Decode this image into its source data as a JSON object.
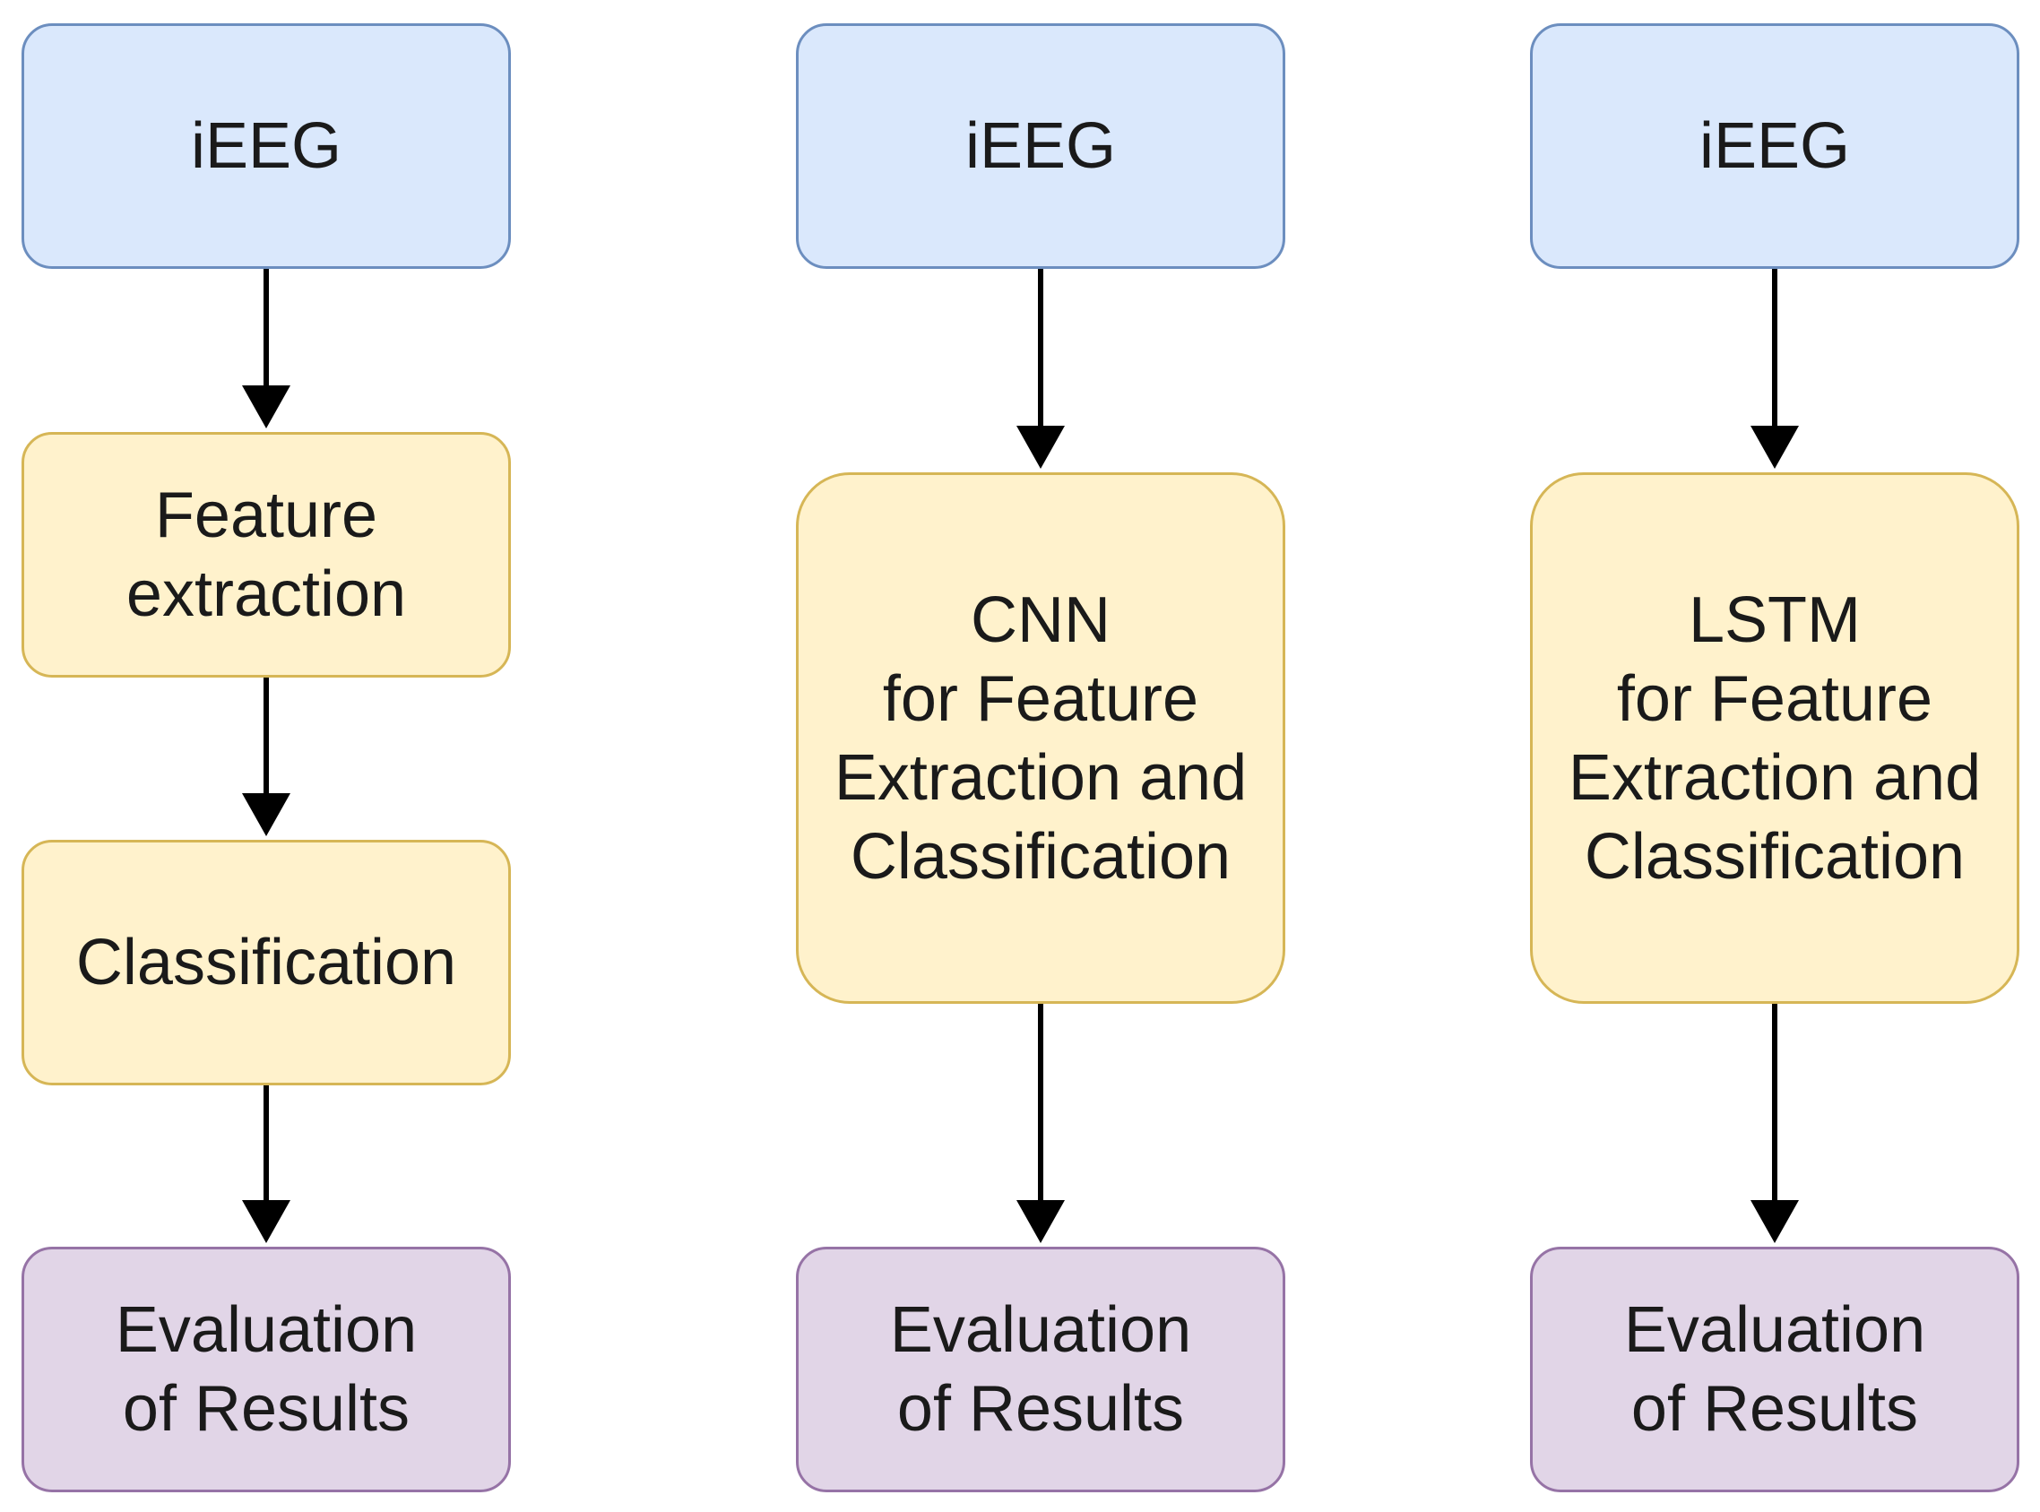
{
  "columns": [
    {
      "input": "iEEG",
      "steps": [
        [
          "Feature",
          "extraction"
        ],
        [
          "Classification"
        ]
      ],
      "evaluation": [
        "Evaluation",
        "of Results"
      ]
    },
    {
      "input": "iEEG",
      "model": [
        "CNN",
        "for Feature",
        "Extraction and",
        "Classification"
      ],
      "evaluation": [
        "Evaluation",
        "of Results"
      ]
    },
    {
      "input": "iEEG",
      "model": [
        "LSTM",
        "for Feature",
        "Extraction and",
        "Classification"
      ],
      "evaluation": [
        "Evaluation",
        "of Results"
      ]
    }
  ],
  "colors": {
    "input_fill": "#dae8fc",
    "input_stroke": "#6c8ebf",
    "process_fill": "#fff2cc",
    "process_stroke": "#d6b656",
    "result_fill": "#e1d5e7",
    "result_stroke": "#9673a6",
    "arrow": "#000000"
  }
}
